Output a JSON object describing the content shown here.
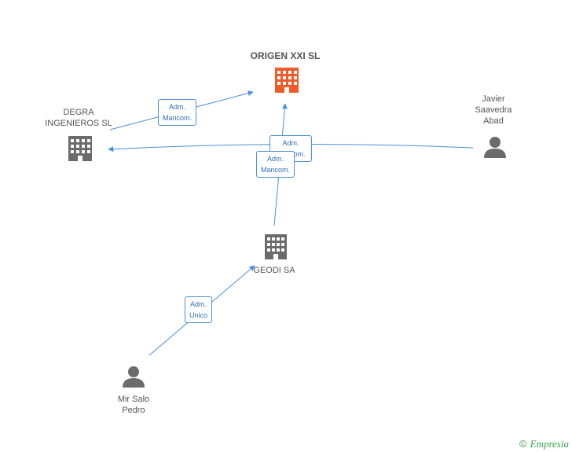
{
  "colors": {
    "edge": "#4a8fd8",
    "company": "#6b6b6b",
    "main_company": "#f05a28",
    "person": "#6b6b6b"
  },
  "nodes": {
    "origen": {
      "label": "ORIGEN XXI SL",
      "kind": "company-main",
      "icon": "building-icon"
    },
    "degra": {
      "label_lines": [
        "DEGRA",
        "INGENIEROS SL"
      ],
      "kind": "company",
      "icon": "building-icon"
    },
    "javier": {
      "label_lines": [
        "Javier",
        "Saavedra",
        "Abad"
      ],
      "kind": "person",
      "icon": "person-icon"
    },
    "geodi": {
      "label": "GEODI SA",
      "kind": "company",
      "icon": "building-icon"
    },
    "mir": {
      "label_lines": [
        "Mir Salo",
        "Pedro"
      ],
      "kind": "person",
      "icon": "person-icon"
    }
  },
  "edges": [
    {
      "from": "degra",
      "to": "origen",
      "label_lines": [
        "Adm.",
        "Mancom."
      ]
    },
    {
      "from": "javier",
      "to": "degra",
      "label_lines": [
        "Adm.",
        "Mancom."
      ]
    },
    {
      "from": "geodi",
      "to": "origen",
      "label_lines": [
        "Adm.",
        "Mancom."
      ]
    },
    {
      "from": "mir",
      "to": "geodi",
      "label_lines": [
        "Adm.",
        "Unico"
      ]
    }
  ],
  "watermark": {
    "symbol": "©",
    "text": "Empresia"
  }
}
